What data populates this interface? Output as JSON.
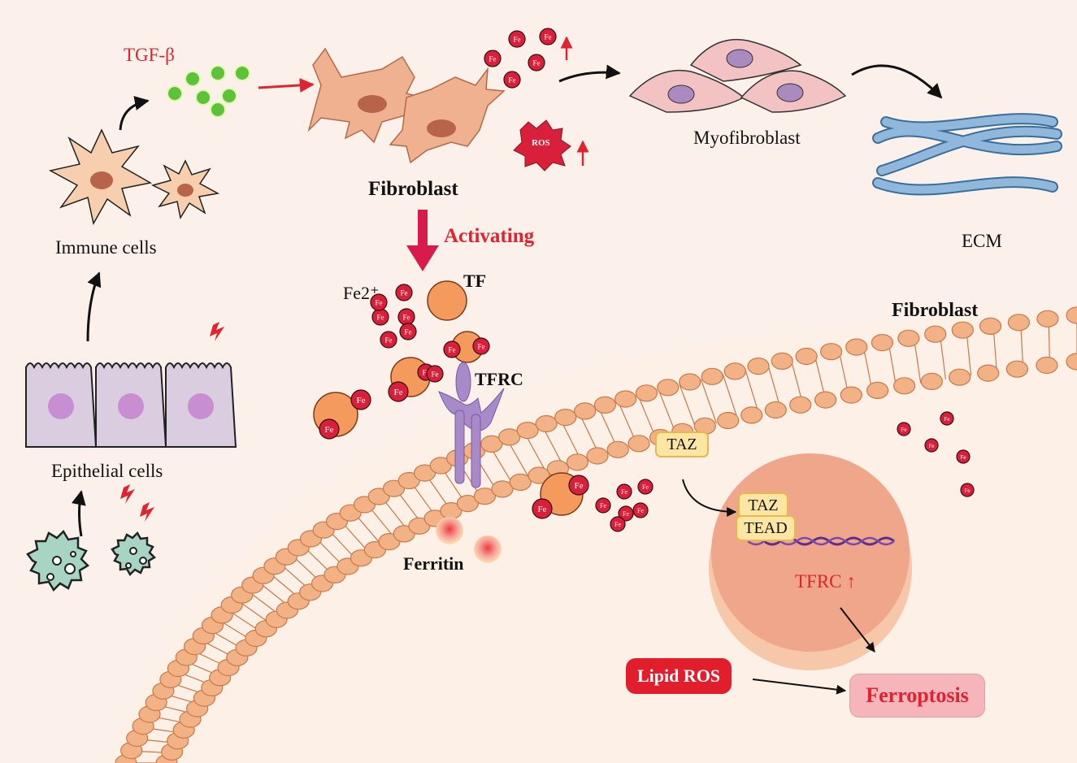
{
  "labels": {
    "tgf": "TGF-β",
    "immune_cells": "Immune cells",
    "epithelial_cells": "Epithelial cells",
    "fibroblast_top": "Fibroblast",
    "myofibroblast": "Myofibroblast",
    "ecm": "ECM",
    "activating": "Activating",
    "fe2": "Fe2⁺",
    "tf": "TF",
    "tfrc": "TFRC",
    "ferritin": "Ferritin",
    "fibroblast_membrane": "Fibroblast",
    "taz_outside": "TAZ",
    "taz_nucleus": "TAZ",
    "tead": "TEAD",
    "tfrc_up": "TFRC ↑",
    "lipid_ros": "Lipid ROS",
    "ferroptosis": "Ferroptosis",
    "ros": "ROS",
    "fe_symbol": "Fe"
  },
  "colors": {
    "background": "#fbf1ea",
    "accent_red": "#e0232e",
    "fe_red": "#d8203a",
    "tf_orange": "#f39a5c",
    "fibroblast": "#f0b190",
    "myofibroblast": "#f3c3c3",
    "ecm_blue": "#7ea9d3",
    "epithelial": "#dacde0",
    "tfrc_purple": "#a88ac8",
    "tgf_green": "#5cc23a",
    "bead_orange": "#f2b286",
    "nucleus": "#f0a68a"
  },
  "icons": {
    "pathogen": "virus-icon",
    "damage": "lightning-icon",
    "arrow": "arrow-icon",
    "up": "up-arrow-icon"
  }
}
